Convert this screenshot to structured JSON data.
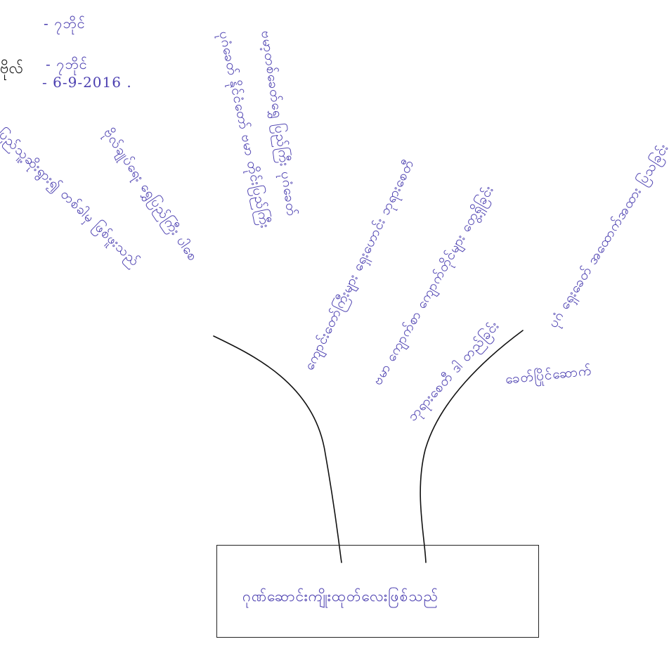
{
  "header": {
    "label_fragment": "ဗိုလ်",
    "value_1": "- ၇ဘိုင်",
    "value_2": "- ၇ဘိုင်",
    "date": "- 6-9-2016 ."
  },
  "branches": [
    {
      "text": "ပြည်သူ့ဆိုးရွား၍ တစ်ခါမှ ဖြစ်ဖူးသည်"
    },
    {
      "text": "ဗိုလ်ချုပ်ရေး ရွှေပြည်ကြီး ပါစေ"
    },
    {
      "text": "ပုဂံခေတ် နိုင်ငံတော် ဗမာ တိုင်းပြည်ကြီး"
    },
    {
      "text": "ဗမာ့တစ်ခေတ်ရွှေ ပြည်ကြီး ပုဂံခေတ်"
    },
    {
      "text": "ကျောင်းတော်ကြီးများ ရှေးဟောင်း ဘုရားစေတီ"
    },
    {
      "text": "ဗမာ ကျောက်စာ ကျောက်တိုင်များ တွေ့ရှိခြင်း"
    },
    {
      "text": "ဘုရားစေတီ ဒါ တည်ခြင်း"
    },
    {
      "text": "ပုဂံ ရှေးခေတ် အထောက်အထား ပြသခြင်း"
    },
    {
      "text": "ခေတ်ပြိုင်ဆောက်"
    }
  ],
  "trunk_label": "ဂုဏ်ဆောင်းကျိုးထုတ်လေးဖြစ်သည်"
}
